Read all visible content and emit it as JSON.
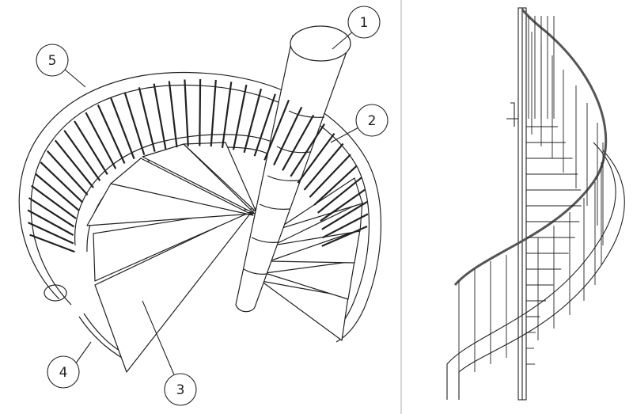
{
  "figure": {
    "colors": {
      "line": "#222222",
      "divider": "#bbbbbb",
      "background": "#ffffff",
      "rail_dark": "#555555"
    },
    "left_view": {
      "callouts": [
        {
          "label": "1"
        },
        {
          "label": "2"
        },
        {
          "label": "3"
        },
        {
          "label": "4"
        },
        {
          "label": "5"
        }
      ]
    },
    "right_view": {}
  }
}
